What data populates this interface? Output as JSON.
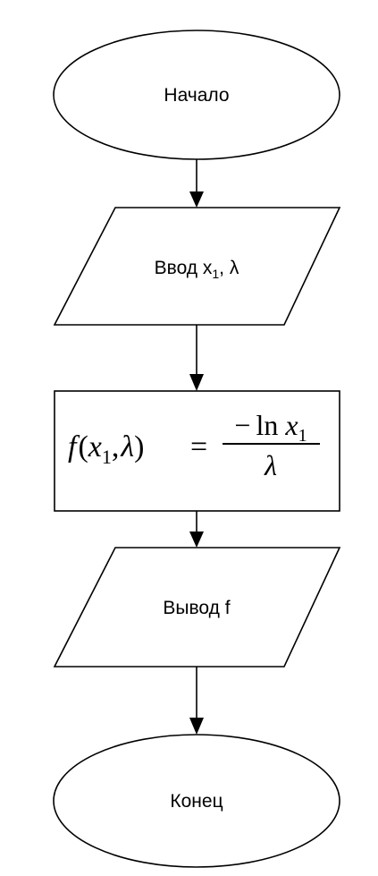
{
  "flowchart": {
    "start": {
      "label": "Начало"
    },
    "input": {
      "label": "Ввод x",
      "subscript": "1",
      "suffix": ", λ"
    },
    "process": {
      "formula": {
        "lhs_func": "f",
        "lhs_open": "(",
        "lhs_var": "x",
        "lhs_sub": "1",
        "lhs_comma": ",",
        "lhs_lambda": "λ",
        "lhs_close": ")",
        "equals": "=",
        "numerator_minus": "−",
        "numerator_ln": "ln",
        "numerator_var": "x",
        "numerator_sub": "1",
        "denominator": "λ"
      }
    },
    "output": {
      "label": "Вывод f"
    },
    "end": {
      "label": "Конец"
    }
  }
}
